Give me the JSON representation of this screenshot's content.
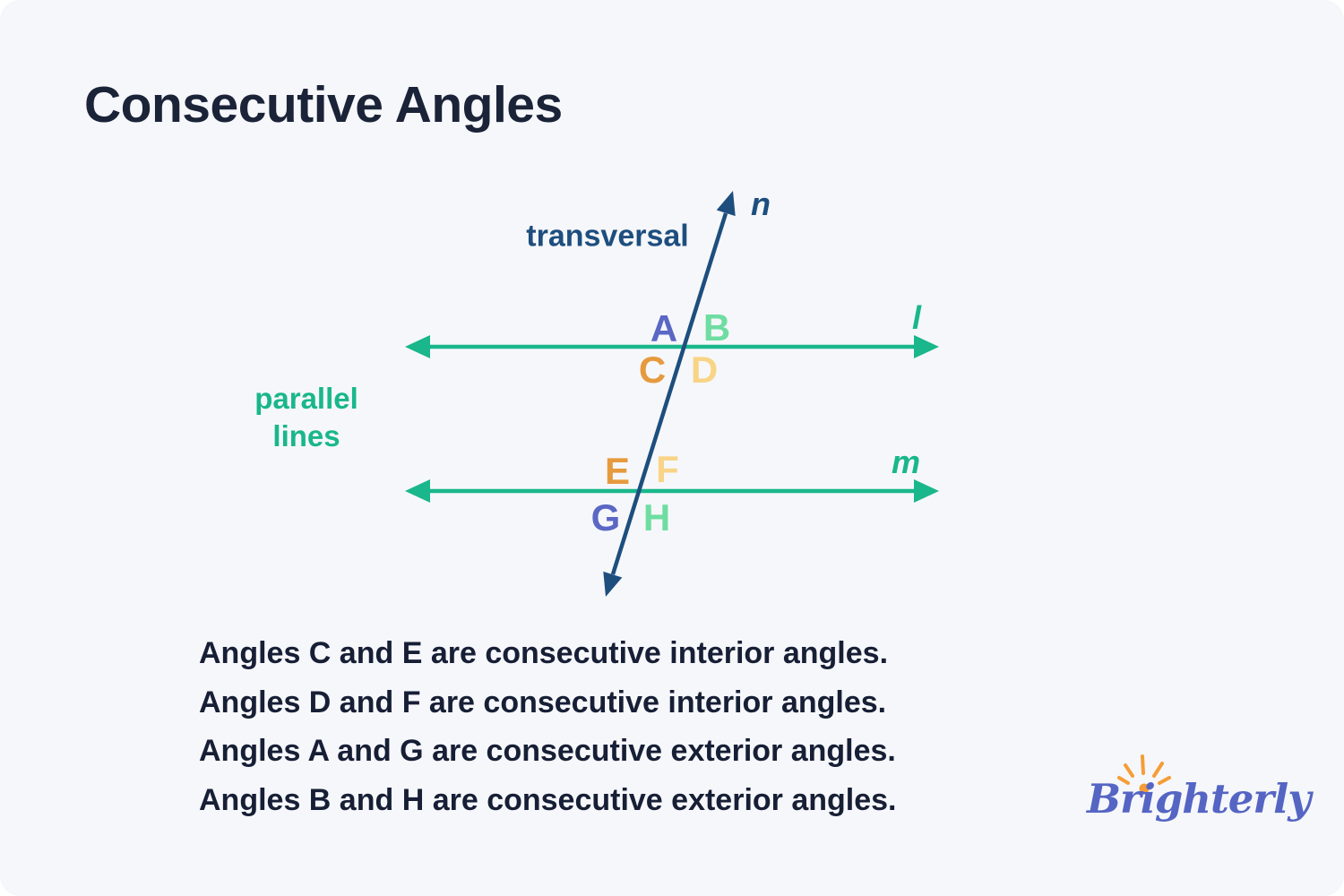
{
  "page": {
    "title": "Consecutive Angles"
  },
  "colors": {
    "background": "#f6f7fa",
    "title_text": "#1b2338",
    "body_text": "#171f36",
    "parallel_line_green": "#19b78b",
    "transversal_navy": "#1d4e7e",
    "angle_indigo": "#5b67c4",
    "angle_mint": "#6fdda1",
    "angle_orange": "#e69a3e",
    "angle_gold": "#f8d486",
    "logo_blue": "#5565c4",
    "logo_sun_orange": "#f59d38"
  },
  "diagram": {
    "labels": {
      "transversal": "transversal",
      "line_n": "n",
      "line_l": "l",
      "line_m": "m",
      "parallel_line1": "parallel",
      "parallel_line2": "lines"
    },
    "angles": [
      {
        "label": "A",
        "color": "#5b67c4"
      },
      {
        "label": "B",
        "color": "#6fdda1"
      },
      {
        "label": "C",
        "color": "#e69a3e"
      },
      {
        "label": "D",
        "color": "#f8d486"
      },
      {
        "label": "E",
        "color": "#e69a3e"
      },
      {
        "label": "F",
        "color": "#f8d486"
      },
      {
        "label": "G",
        "color": "#5b67c4"
      },
      {
        "label": "H",
        "color": "#6fdda1"
      }
    ]
  },
  "statements": [
    "Angles C and E are consecutive interior angles.",
    "Angles D and F are consecutive interior angles.",
    "Angles A and G are consecutive exterior angles.",
    "Angles B and H are consecutive exterior angles."
  ],
  "logo": {
    "text": "Brighterly"
  }
}
